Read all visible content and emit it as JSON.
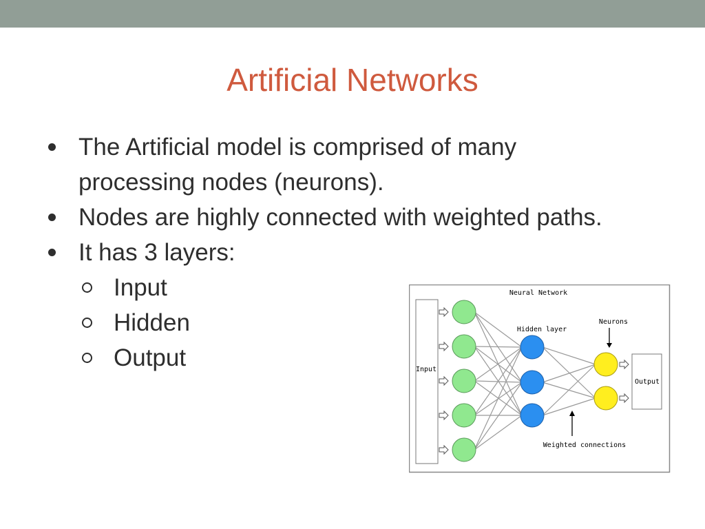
{
  "slide": {
    "title": "Artificial Networks",
    "bullets": [
      "The Artificial model is comprised of many processing nodes (neurons).",
      "Nodes are highly connected with weighted paths.",
      "It has 3 layers:"
    ],
    "sub_bullets": [
      "Input",
      "Hidden",
      "Output"
    ]
  },
  "diagram": {
    "title": "Neural Network",
    "input_label": "Input",
    "hidden_label": "Hidden layer",
    "neurons_label": "Neurons",
    "output_label": "Output",
    "weights_label": "Weighted connections",
    "layers": {
      "input": 5,
      "hidden": 3,
      "output": 2
    },
    "colors": {
      "input_node": "#90e88f",
      "hidden_node": "#2b8ff0",
      "output_node": "#ffee1f",
      "connection": "#999999",
      "title": "#cf5a3e",
      "top_bar": "#919e96"
    }
  }
}
